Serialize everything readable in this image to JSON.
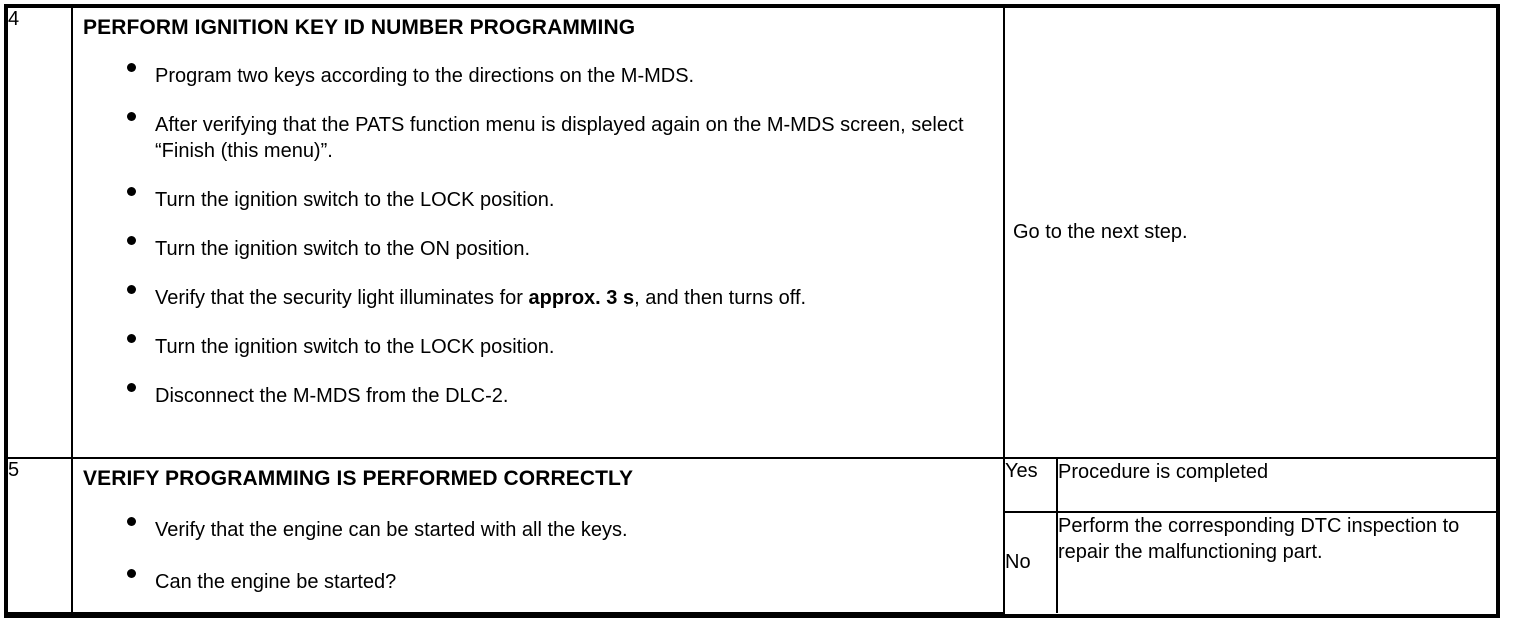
{
  "document": {
    "type": "diagnostic-procedure-table",
    "columns": [
      "step-number",
      "inspection",
      "action-result"
    ]
  },
  "rows": [
    {
      "number": "4",
      "title": "PERFORM IGNITION KEY ID NUMBER PROGRAMMING",
      "bullets": [
        {
          "text": "Program two keys according to the directions on the M-MDS."
        },
        {
          "text": "After verifying that the PATS function menu is displayed again on the M-MDS screen, select “Finish (this menu)”."
        },
        {
          "text": "Turn the ignition switch to the LOCK position."
        },
        {
          "text": "Turn the ignition switch to the ON position."
        },
        {
          "pre": "Verify that the security light illuminates for ",
          "bold": "approx. 3 s",
          "post": ", and then turns off."
        },
        {
          "text": "Turn the ignition switch to the LOCK position."
        },
        {
          "text": "Disconnect the M-MDS from the DLC-2."
        }
      ],
      "result": "Go to the next step."
    },
    {
      "number": "5",
      "title": "VERIFY PROGRAMMING IS PERFORMED CORRECTLY",
      "bullets": [
        {
          "text": "Verify that the engine can be started with all the keys."
        },
        {
          "text": "Can the engine be started?"
        }
      ],
      "answers": [
        {
          "label": "Yes",
          "action": "Procedure is completed"
        },
        {
          "label": "No",
          "action": "Perform the corresponding DTC inspection to repair the malfunctioning part."
        }
      ]
    }
  ]
}
